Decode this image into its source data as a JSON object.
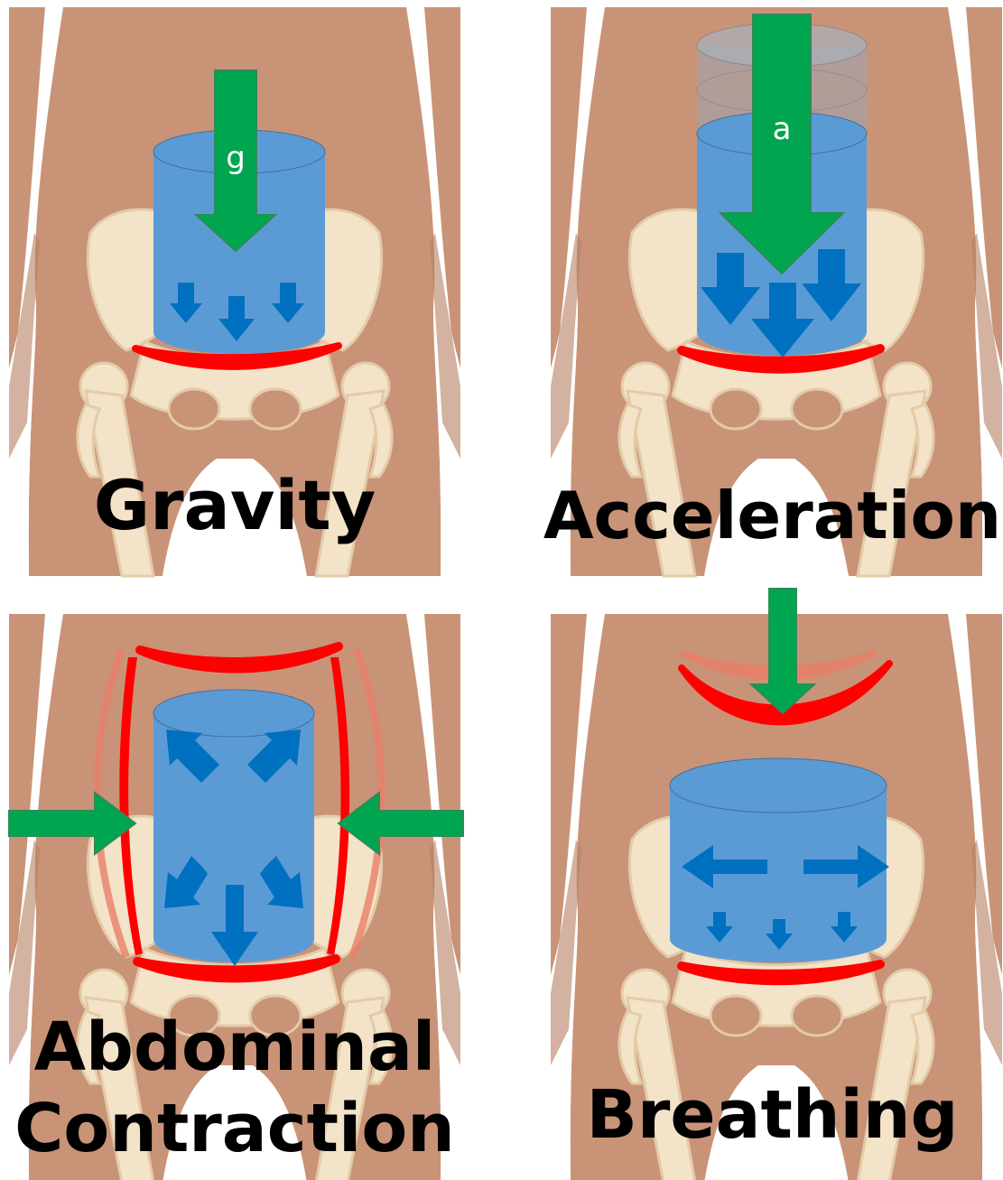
{
  "panels": {
    "gravity": {
      "title": "Gravity",
      "arrow_letter": "g"
    },
    "acceleration": {
      "title": "Acceleration",
      "arrow_letter": "a"
    },
    "abdominal": {
      "title_line1": "Abdominal",
      "title_line2": "Contraction"
    },
    "breathing": {
      "title": "Breathing"
    }
  },
  "colors": {
    "skin": "#c99377",
    "skin_shadow": "#b57e62",
    "bone": "#f3e3c8",
    "bone_outline": "#e3cba7",
    "pressure_cylinder": "#5b9bd5",
    "pressure_arrow": "#0070c0",
    "force_arrow": "#00a550",
    "muscle": "#ff0000",
    "muscle_faded": "#e8806a"
  }
}
